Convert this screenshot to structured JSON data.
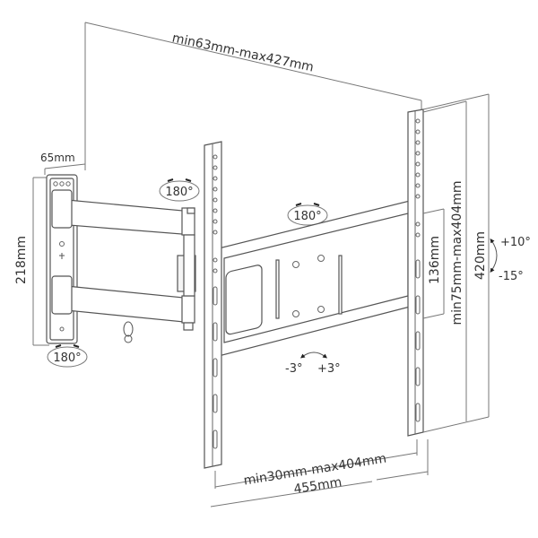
{
  "diagram": {
    "subject": "Full-motion TV wall mount bracket",
    "dimensions": {
      "arm_extension": "min63mm-max427mm",
      "wall_plate_depth": "65mm",
      "wall_plate_height": "218mm",
      "vesa_horizontal": "min30mm-max404mm",
      "overall_width": "455mm",
      "vesa_vertical": "min75mm-max404mm",
      "arm_height": "136mm",
      "overall_height": "420mm"
    },
    "rotation_labels": {
      "wall_swivel": "180°",
      "arm_swivel": "180°",
      "bracket_swivel": "180°"
    },
    "tilt": {
      "up": "+10°",
      "down": "-15°"
    },
    "level_adjust": {
      "minus": "-3°",
      "plus": "+3°"
    }
  }
}
